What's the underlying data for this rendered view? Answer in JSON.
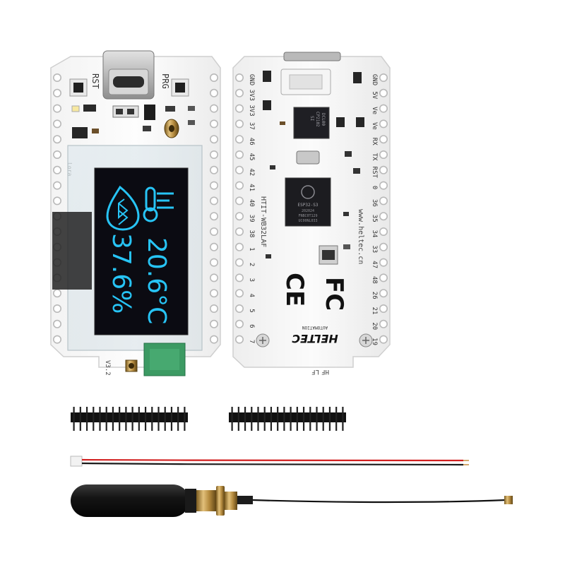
{
  "board_front": {
    "buttons": {
      "rst": "RST",
      "prg": "PRG"
    },
    "version_label": "V3.2",
    "side_label": "Lora",
    "display": {
      "temperature": "20.6°C",
      "humidity": "37.6%",
      "text_color": "#27c4f5"
    }
  },
  "board_back": {
    "pin_labels_left": [
      "GND",
      "3V3",
      "3V3",
      "37",
      "46",
      "45",
      "42",
      "41",
      "40",
      "39",
      "38",
      "1",
      "2",
      "3",
      "4",
      "5",
      "6",
      "7"
    ],
    "pin_labels_right": [
      "GND",
      "5V",
      "Ve",
      "Ve",
      "RX",
      "TX",
      "RST",
      "0",
      "36",
      "35",
      "34",
      "33",
      "47",
      "48",
      "26",
      "21",
      "20",
      "19"
    ],
    "model_label": "HTIT-WB32LAF",
    "website": "www.heltec.cn",
    "chip_main": {
      "line1": "ESP32-S3",
      "line2": "202024",
      "line3": "FNBC0T129",
      "line4": "UC00NL033"
    },
    "chip_usb": {
      "line1": "SI",
      "line2": "CP2102",
      "line3": "DCL00"
    },
    "brand": {
      "name": "HELTEC",
      "sub": "AUTOMATION"
    },
    "antenna_labels": {
      "hf": "HF",
      "lf": "LF"
    },
    "cert_ce": "CE",
    "cert_fc": "FC"
  },
  "accessories": {
    "header_pins_count": 18,
    "cable_colors": {
      "red": "#d22020",
      "black": "#1a1a1a"
    }
  }
}
